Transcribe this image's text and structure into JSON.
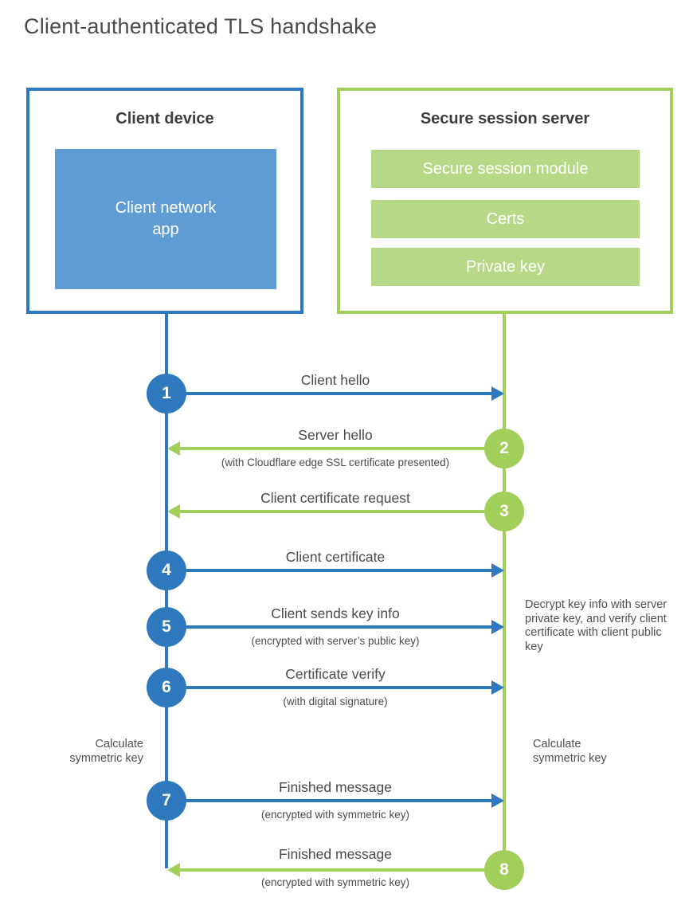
{
  "title": "Client-authenticated TLS handshake",
  "colors": {
    "blue_accent": "#2e79bd",
    "blue_fill": "#5f9cd4",
    "green_accent": "#a2ce5a",
    "green_fill": "#b6d887",
    "heading_text": "#3d3d3d",
    "label_text": "#4a4a4a"
  },
  "client": {
    "heading": "Client device",
    "app_label": "Client network app"
  },
  "server": {
    "heading": "Secure session server",
    "modules": [
      "Secure session module",
      "Certs",
      "Private key"
    ]
  },
  "steps": [
    {
      "number": "1",
      "actor": "client",
      "direction": "right",
      "label": "Client hello",
      "sublabel": ""
    },
    {
      "number": "2",
      "actor": "server",
      "direction": "left",
      "label": "Server hello",
      "sublabel": "(with Cloudflare edge SSL certificate presented)"
    },
    {
      "number": "3",
      "actor": "server",
      "direction": "left",
      "label": "Client certificate request",
      "sublabel": ""
    },
    {
      "number": "4",
      "actor": "client",
      "direction": "right",
      "label": "Client certificate",
      "sublabel": ""
    },
    {
      "number": "5",
      "actor": "client",
      "direction": "right",
      "label": "Client sends key info",
      "sublabel": "(encrypted with server’s public key)"
    },
    {
      "number": "6",
      "actor": "client",
      "direction": "right",
      "label": "Certificate verify",
      "sublabel": "(with digital signature)"
    },
    {
      "number": "7",
      "actor": "client",
      "direction": "right",
      "label": "Finished message",
      "sublabel": "(encrypted with symmetric key)"
    },
    {
      "number": "8",
      "actor": "server",
      "direction": "left",
      "label": "Finished message",
      "sublabel": "(encrypted with symmetric key)"
    }
  ],
  "notes": {
    "decrypt": "Decrypt key info with server private key, and verify client certificate with client public key",
    "calc_left": "Calculate symmetric key",
    "calc_right": "Calculate symmetric key"
  }
}
